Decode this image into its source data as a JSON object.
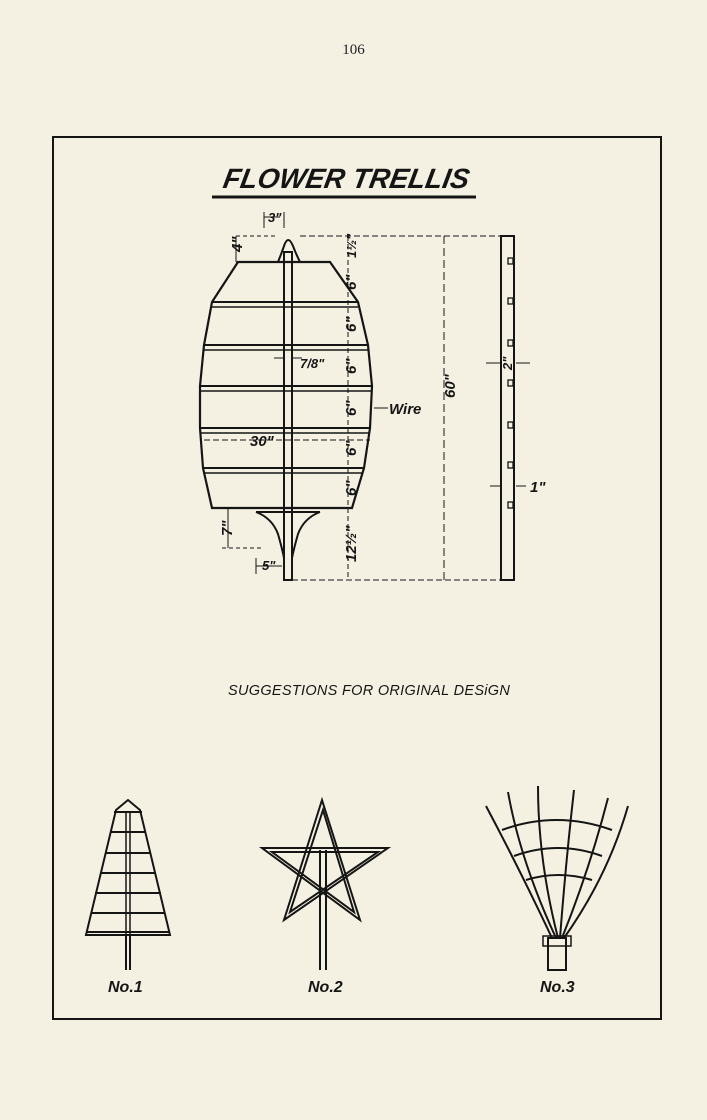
{
  "page": {
    "number": "106"
  },
  "plate": {
    "title": "FLOWER TRELLIS",
    "subtitle": "SUGGESTIONS FOR ORIGINAL DESiGN",
    "dimensions": {
      "top_width": "3\"",
      "top_height": "4\"",
      "cap_height": "1½\"",
      "spacing": "6\"",
      "post_width": "7/8\"",
      "wire_label": "Wire",
      "width": "30\"",
      "height": "60\"",
      "bottom_offset": "7\"",
      "bracket_width": "5\"",
      "base_height": "12½\"",
      "side_depth": "2\"",
      "side_thickness": "1\""
    },
    "suggestions": [
      {
        "caption": "No.1"
      },
      {
        "caption": "No.2"
      },
      {
        "caption": "No.3"
      }
    ]
  }
}
